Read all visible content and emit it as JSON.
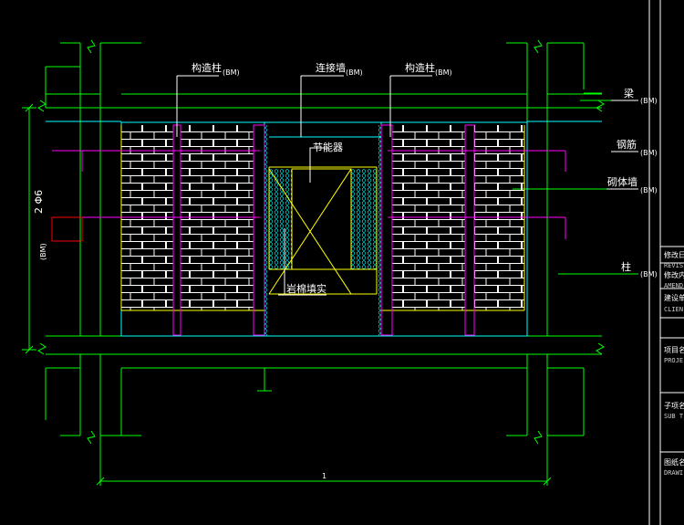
{
  "labels": {
    "gzz_left": "构造柱",
    "gzz_left_note": "(BM)",
    "ljg": "连接墙",
    "ljg_note": "(BM)",
    "gzz_right": "构造柱",
    "gzz_right_note": "(BM)",
    "liang": "梁",
    "liang_note": "(BM)",
    "gangjin": "钢筋",
    "gangjin_note": "(BM)",
    "qiti": "砌体墙",
    "qiti_note": "(BM)",
    "zhu": "柱",
    "zhu_note": "(BM)",
    "jieneng": "节能器",
    "yanmian": "岩棉填实",
    "dim_vertical": "2 Φ6",
    "dim_vertical_note": "(BM)",
    "dim_bottom": "1"
  },
  "title_block": {
    "rows": [
      {
        "cn": "修改日",
        "en": "REVISI"
      },
      {
        "cn": "修改内",
        "en": "AMEND"
      },
      {
        "cn": "建设单",
        "en": "CLIEN"
      },
      {
        "cn": "项目名",
        "en": "PROJE"
      },
      {
        "cn": "子项名",
        "en": "SUB T"
      },
      {
        "cn": "图纸名",
        "en": "DRAWI"
      }
    ]
  },
  "colors": {
    "background": "#000000",
    "frame": "#00ff00",
    "wall_edge": "#00ffff",
    "brick": "#ffffff",
    "column_outline": "#ff00ff",
    "infill": "#ffff00",
    "insulation": "#00ffff",
    "marker": "#ff0000"
  }
}
